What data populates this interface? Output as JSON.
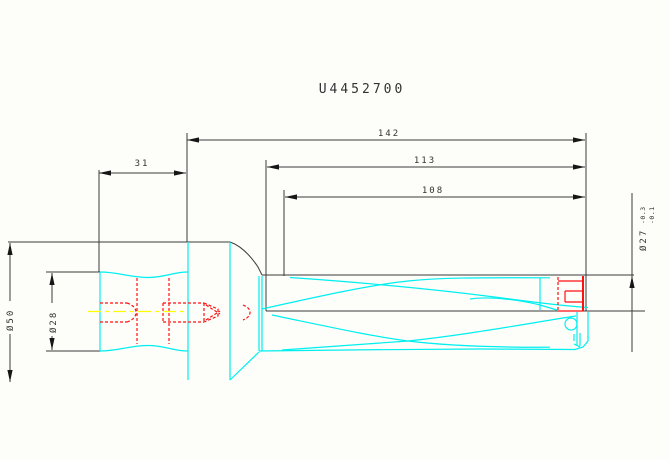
{
  "title": {
    "text": "U4452700"
  },
  "drawing": {
    "dimensions": {
      "overall_length": "142",
      "flute_length": "113",
      "usable_length": "108",
      "shank_length": "31",
      "flange_diameter": "Ø50",
      "shank_diameter": "Ø28",
      "cutting_diameter": "Ø27",
      "cutting_dia_tol_upper": "-0.3",
      "cutting_dia_tol_lower": "-0.1"
    },
    "colors": {
      "dimension_lines": "#3a3a3a",
      "arrow_fill": "#161616",
      "part_outline": "#00efef",
      "hidden_detail": "#ff1010",
      "centerline": "#ffff00",
      "title_blue": "#3b3bef",
      "background": "#fdfdfa"
    }
  }
}
